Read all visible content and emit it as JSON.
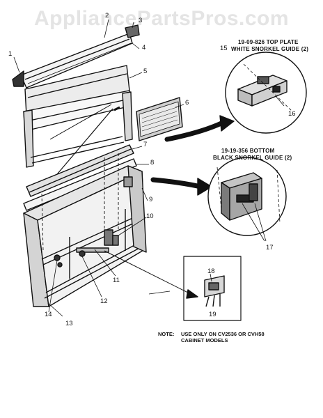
{
  "watermark": "AppliancePartsPros.com",
  "callouts": {
    "c1": "1",
    "c2": "2",
    "c3": "3",
    "c4": "4",
    "c5": "5",
    "c6": "6",
    "c7": "7",
    "c8": "8",
    "c9": "9",
    "c10": "10",
    "c11": "11",
    "c12": "12",
    "c13": "13",
    "c14": "14",
    "c15": "15",
    "c16": "16",
    "c17": "17",
    "c18": "18",
    "c19": "19"
  },
  "top_guide": {
    "line1": "19-09-826 TOP PLATE",
    "line2": "WHITE SNORKEL GUIDE (2)"
  },
  "bottom_guide": {
    "line1": "19-19-356 BOTTOM",
    "line2": "BLACK SNORKEL GUIDE (2)"
  },
  "note": {
    "label": "NOTE:",
    "line1": "USE ONLY ON CV2536 OR CVH58",
    "line2": "CABINET MODELS"
  }
}
